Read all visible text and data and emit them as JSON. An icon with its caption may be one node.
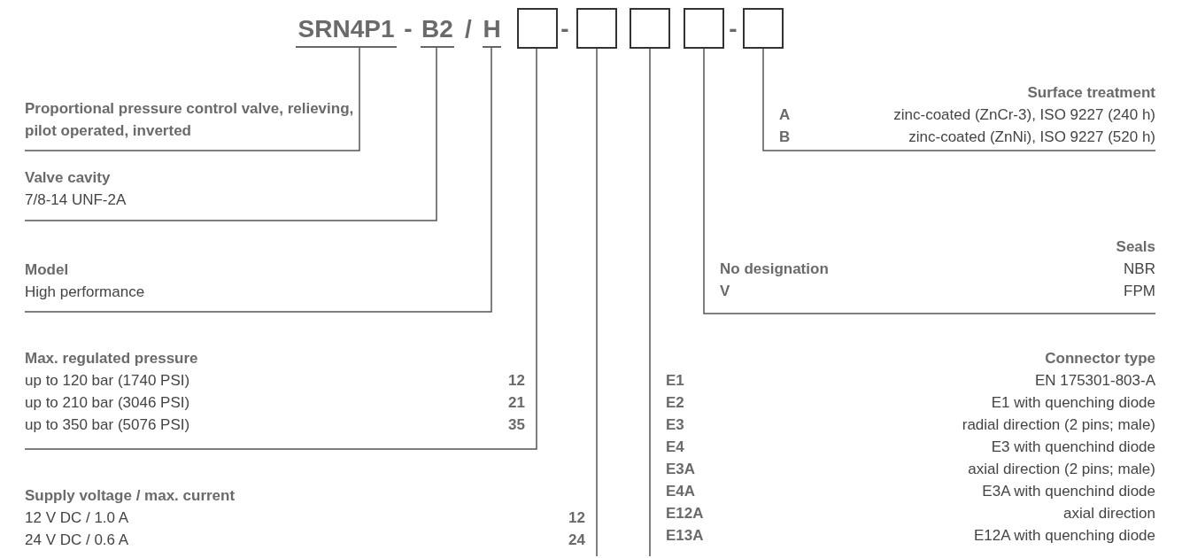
{
  "diagram": {
    "nodes": [
      {
        "text": [
          "SRN4P1"
        ]
      },
      {
        "text": [
          "B2"
        ]
      },
      {
        "text": [
          "H"
        ]
      },
      {
        "text": [],
        "shape": "box"
      },
      {
        "text": [],
        "shape": "box"
      },
      {
        "text": [],
        "shape": "box"
      },
      {
        "text": [],
        "shape": "box"
      },
      {
        "text": [],
        "shape": "box"
      },
      {
        "text": [
          "Proportional pressure control valve, relieving, pilot operated, inverted"
        ]
      },
      {
        "text": [
          "Surface treatment",
          "A",
          "zinc-coated (ZnCr-3), ISO 9227 (240 h)",
          "B",
          "zinc-coated (ZnNi), ISO 9227 (520 h)"
        ]
      },
      {
        "text": [
          "Valve cavity",
          "7/8-14 UNF-2A"
        ]
      },
      {
        "text": [
          "Model",
          "High performance"
        ]
      },
      {
        "text": [
          "Seals",
          "No designation",
          "NBR",
          "V",
          "FPM"
        ]
      },
      {
        "text": [
          "Max. regulated pressure",
          "up to 120 bar (1740 PSI)",
          "12",
          "up to 210 bar (3046 PSI)",
          "21",
          "up to 350 bar (5076 PSI)",
          "35"
        ]
      },
      {
        "text": [
          "Connector type",
          "E1",
          "EN 175301-803-A",
          "E2",
          "E1 with quenching diode",
          "E3",
          "radial direction (2 pins; male)",
          "E4",
          "E3 with quenchind diode",
          "E3A",
          "axial direction (2 pins; male)",
          "E4A",
          "E3A with quenchind diode",
          "E12A",
          "axial direction",
          "E13A",
          "E12A with quenching diode"
        ]
      },
      {
        "text": [
          "Supply voltage / max. current",
          "12 V DC / 1.0 A",
          "12",
          "24 V DC / 0.6 A",
          "24"
        ]
      }
    ],
    "edges": [
      {
        "from": 0,
        "to": 8,
        "arrow": "none"
      },
      {
        "from": 1,
        "to": 10,
        "arrow": "none"
      },
      {
        "from": 2,
        "to": 11,
        "arrow": "none"
      },
      {
        "from": 3,
        "to": 13,
        "arrow": "none"
      },
      {
        "from": 4,
        "to": 15,
        "arrow": "none"
      },
      {
        "from": 5,
        "to": 14,
        "arrow": "none"
      },
      {
        "from": 6,
        "to": 12,
        "arrow": "none"
      },
      {
        "from": 7,
        "to": 9,
        "arrow": "none"
      }
    ],
    "labels": [
      "-",
      "/",
      "-",
      "-"
    ]
  }
}
